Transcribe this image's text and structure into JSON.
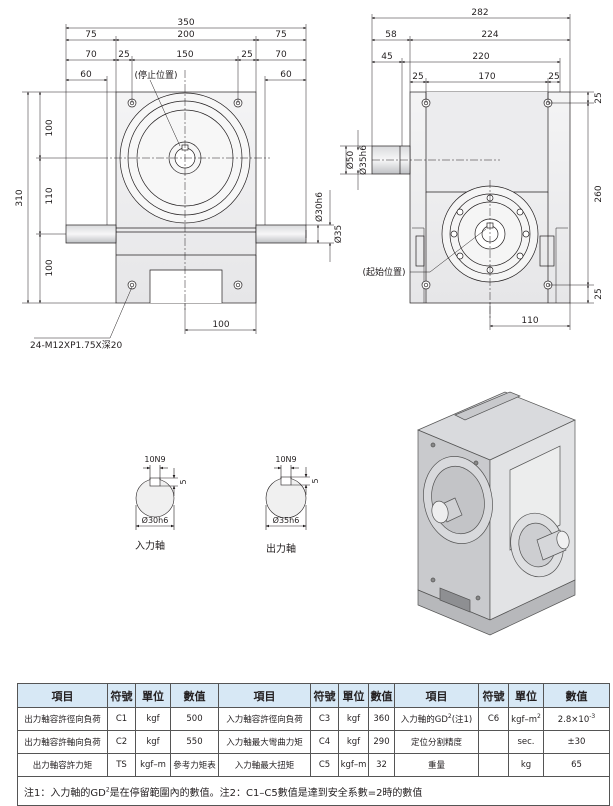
{
  "front_view": {
    "dims_top": [
      "350",
      "75",
      "200",
      "75",
      "70",
      "25",
      "150",
      "25",
      "70",
      "60",
      "60"
    ],
    "dims_left": [
      "310",
      "100",
      "110",
      "100"
    ],
    "stop_label": "(停止位置)",
    "shaft_labels": [
      "Ø30h6",
      "Ø35"
    ],
    "bottom_dim": "100",
    "thread_label": "24-M12XP1.75X深20"
  },
  "side_view": {
    "dims_top": [
      "282",
      "58",
      "224",
      "45",
      "220",
      "25",
      "170",
      "25"
    ],
    "dims_right": [
      "25",
      "260",
      "25"
    ],
    "shaft_labels": [
      "Ø50",
      "Ø35h6"
    ],
    "start_label": "(起始位置)",
    "bottom_dim": "110"
  },
  "keyway_details": [
    {
      "key": "10N9",
      "depth": "5",
      "dia": "Ø30h6",
      "caption": "入力軸"
    },
    {
      "key": "10N9",
      "depth": "5",
      "dia": "Ø35h6",
      "caption": "出力軸"
    }
  ],
  "table": {
    "headers": [
      "項目",
      "符號",
      "單位",
      "數值",
      "項目",
      "符號",
      "單位",
      "數值",
      "項目",
      "符號",
      "單位",
      "數值"
    ],
    "rows": [
      [
        "出力軸容許徑向負荷",
        "C1",
        "kgf",
        "500",
        "入力軸容許徑向負荷",
        "C3",
        "kgf",
        "360",
        "入力軸的GD",
        "2",
        "(注1)",
        "C6",
        "kgf–m",
        "2",
        "2.8×10",
        "-3"
      ],
      [
        "出力軸容許軸向負荷",
        "C2",
        "kgf",
        "550",
        "入力軸最大彎曲力矩",
        "C4",
        "kgf",
        "290",
        "定位分割精度",
        "",
        "",
        "",
        "sec.",
        "",
        "±30",
        ""
      ],
      [
        "出力軸容許力矩",
        "TS",
        "kgf–m",
        "參考力矩表",
        "入力軸最大扭矩",
        "C5",
        "kgf–m",
        "32",
        "重量",
        "",
        "",
        "",
        "kg",
        "",
        "65",
        ""
      ]
    ],
    "note": [
      "注1：入力軸的GD",
      "2",
      "是在停留範圍內的數值。注2：C1–C5數值是達到安全系數=2時的數值"
    ]
  }
}
